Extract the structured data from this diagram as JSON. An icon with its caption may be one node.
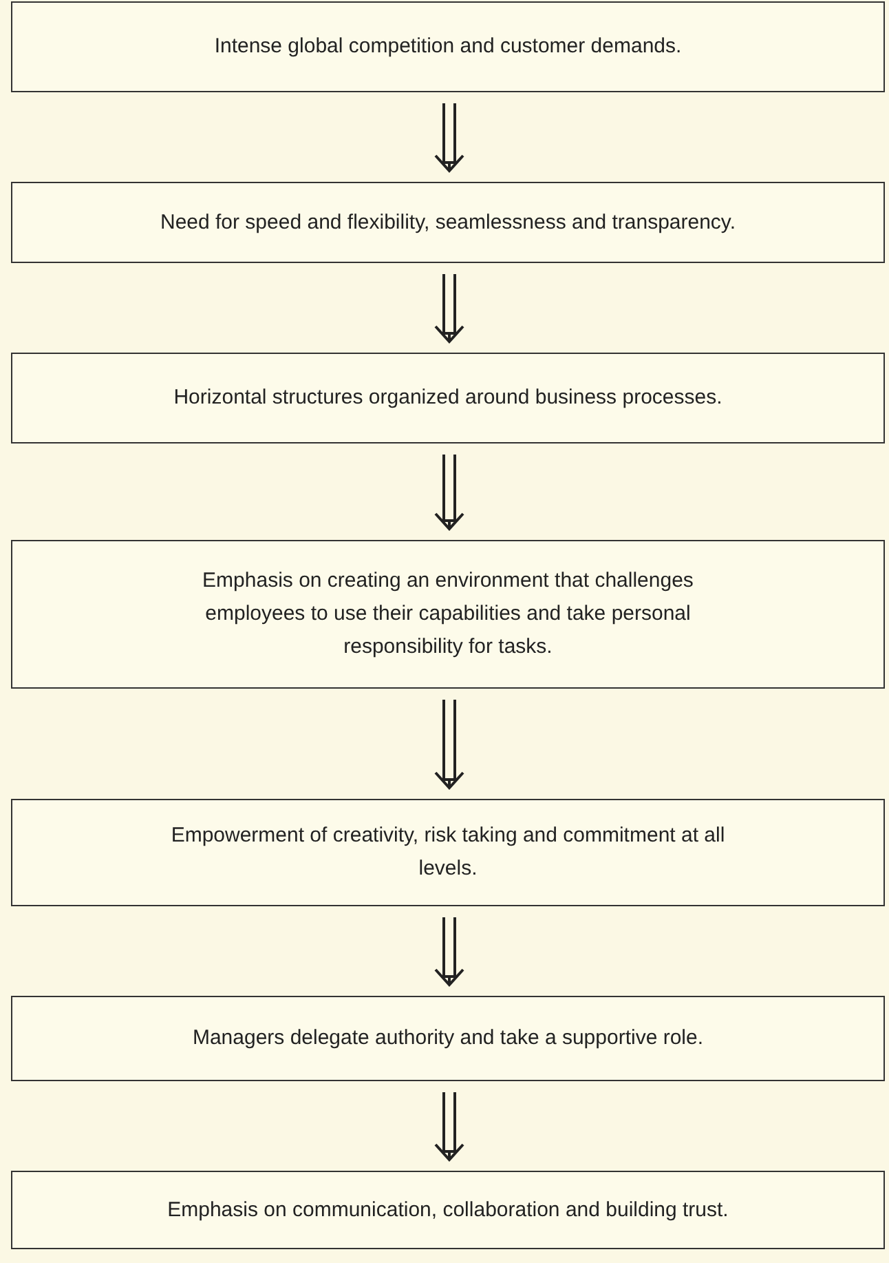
{
  "diagram": {
    "nodes": [
      {
        "text": [
          "Intense global competition and customer demands."
        ]
      },
      {
        "text": [
          "Need for speed and flexibility, seamlessness and transparency."
        ]
      },
      {
        "text": [
          "Horizontal structures organized around business processes."
        ]
      },
      {
        "text": [
          "Emphasis on creating an environment that challenges employees to use their capabilities and take personal responsibility for tasks."
        ]
      },
      {
        "text": [
          "Empowerment of creativity, risk taking and commitment at all levels."
        ]
      },
      {
        "text": [
          "Managers delegate authority and take a supportive role."
        ]
      },
      {
        "text": [
          "Emphasis on communication, collaboration and building trust."
        ]
      }
    ],
    "edges": [
      {
        "from": 0,
        "to": 1,
        "arrow": "to"
      },
      {
        "from": 1,
        "to": 2,
        "arrow": "to"
      },
      {
        "from": 2,
        "to": 3,
        "arrow": "to"
      },
      {
        "from": 3,
        "to": 4,
        "arrow": "to"
      },
      {
        "from": 4,
        "to": 5,
        "arrow": "to"
      },
      {
        "from": 5,
        "to": 6,
        "arrow": "to"
      }
    ]
  }
}
